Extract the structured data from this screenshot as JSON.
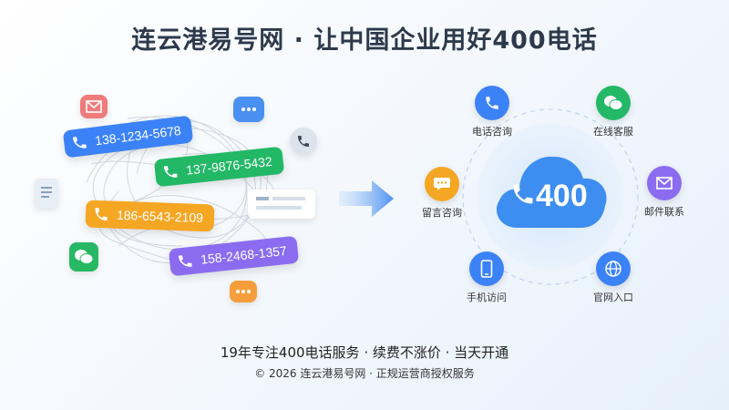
{
  "title": "连云港易号网 · 让中国企业用好400电话",
  "phones": [
    {
      "number": "138-1234-5678",
      "color": "#3b82f6"
    },
    {
      "number": "137-9876-5432",
      "color": "#22b866"
    },
    {
      "number": "186-6543-2109",
      "color": "#f5a623"
    },
    {
      "number": "158-2468-1357",
      "color": "#8b6cf0"
    }
  ],
  "hub": {
    "label": "400",
    "color": "#3d8ef0"
  },
  "services": [
    {
      "label": "电话咨询",
      "icon": "phone-icon",
      "color": "#3b82f6"
    },
    {
      "label": "在线客服",
      "icon": "wechat-icon",
      "color": "#22b866"
    },
    {
      "label": "邮件联系",
      "icon": "mail-icon",
      "color": "#8b6cf0"
    },
    {
      "label": "官网入口",
      "icon": "globe-icon",
      "color": "#3b82f6"
    },
    {
      "label": "手机访问",
      "icon": "mobile-icon",
      "color": "#3b82f6"
    },
    {
      "label": "留言咨询",
      "icon": "message-icon",
      "color": "#f5a623"
    }
  ],
  "footer": {
    "tagline": "19年专注400电话服务 · 续费不涨价 · 当天开通",
    "copyright": "© 2026 连云港易号网 · 正规运营商授权服务"
  }
}
